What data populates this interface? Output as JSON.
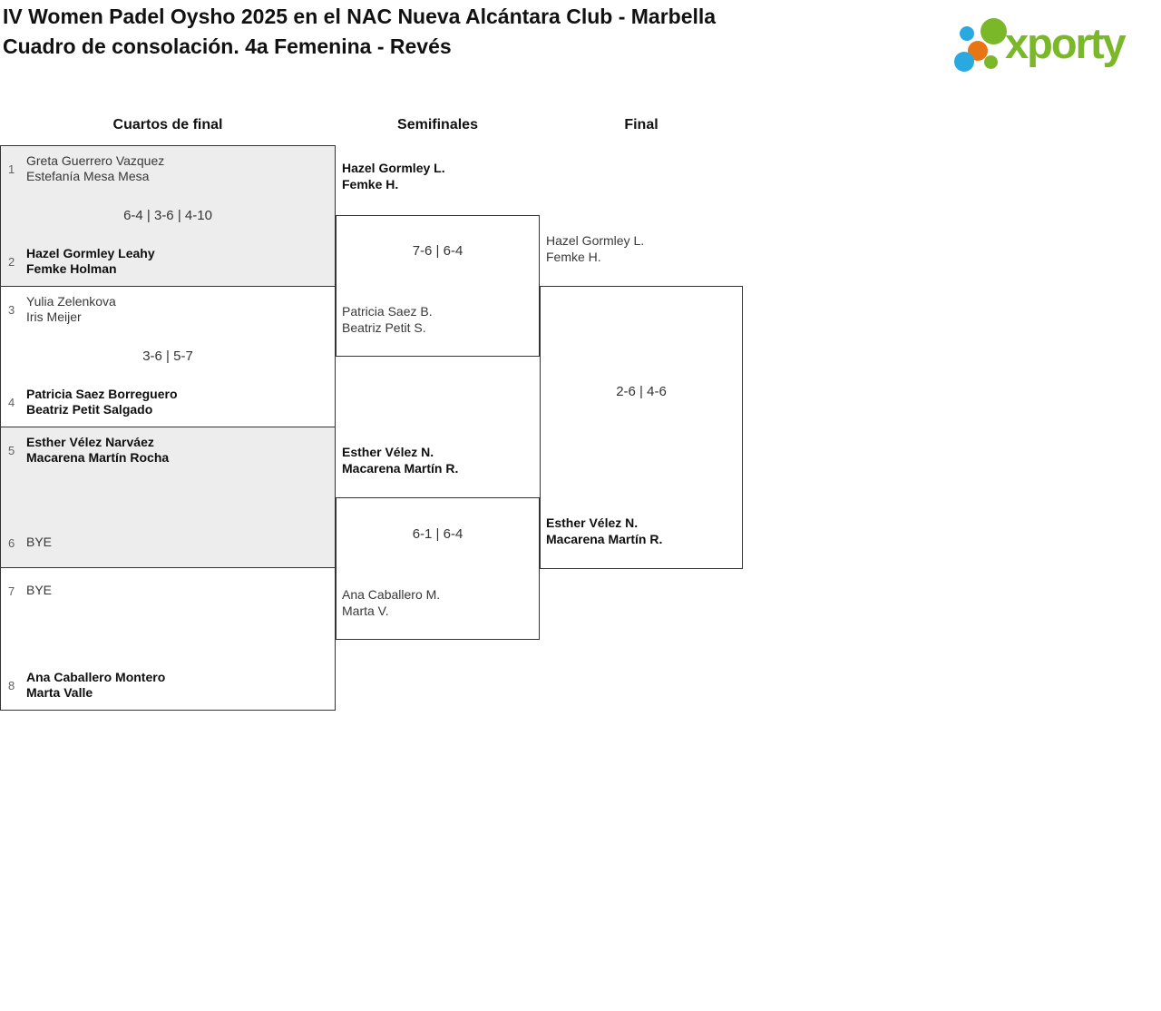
{
  "header": {
    "title": "IV Women Padel Oysho 2025 en el NAC Nueva Alcántara Club - Marbella",
    "subtitle": "Cuadro de consolación. 4a Femenina - Revés"
  },
  "logo": {
    "wordmark": "xporty",
    "colors": {
      "green": "#7ab829",
      "blue": "#29a9e0",
      "orange": "#e87513"
    }
  },
  "round_headers": {
    "quarterfinals": "Cuartos de final",
    "semifinals": "Semifinales",
    "final": "Final"
  },
  "bracket": {
    "quarterfinals": [
      {
        "top": {
          "seed": "1",
          "players": [
            "Greta Guerrero Vazquez",
            "Estefanía Mesa Mesa"
          ],
          "winner": false
        },
        "score": "6-4 | 3-6 | 4-10",
        "bottom": {
          "seed": "2",
          "players": [
            "Hazel Gormley Leahy",
            "Femke Holman"
          ],
          "winner": true
        }
      },
      {
        "top": {
          "seed": "3",
          "players": [
            "Yulia Zelenkova",
            "Iris Meijer"
          ],
          "winner": false
        },
        "score": "3-6 | 5-7",
        "bottom": {
          "seed": "4",
          "players": [
            "Patricia Saez Borreguero",
            "Beatriz Petit Salgado"
          ],
          "winner": true
        }
      },
      {
        "top": {
          "seed": "5",
          "players": [
            "Esther Vélez Narváez",
            "Macarena Martín Rocha"
          ],
          "winner": true
        },
        "score": "",
        "bottom": {
          "seed": "6",
          "players": [
            "BYE"
          ],
          "winner": false
        }
      },
      {
        "top": {
          "seed": "7",
          "players": [
            "BYE"
          ],
          "winner": false
        },
        "score": "",
        "bottom": {
          "seed": "8",
          "players": [
            "Ana Caballero Montero",
            "Marta Valle"
          ],
          "winner": true
        }
      }
    ],
    "semifinals": [
      {
        "top": {
          "players": [
            "Hazel Gormley L.",
            "Femke H."
          ],
          "winner": true
        },
        "score": "7-6 | 6-4",
        "bottom": {
          "players": [
            "Patricia Saez B.",
            "Beatriz Petit S."
          ],
          "winner": false
        }
      },
      {
        "top": {
          "players": [
            "Esther Vélez N.",
            "Macarena Martín R."
          ],
          "winner": true
        },
        "score": "6-1 | 6-4",
        "bottom": {
          "players": [
            "Ana Caballero M.",
            "Marta V."
          ],
          "winner": false
        }
      }
    ],
    "final": {
      "top": {
        "players": [
          "Hazel Gormley L.",
          "Femke H."
        ],
        "winner": false
      },
      "score": "2-6 | 4-6",
      "bottom": {
        "players": [
          "Esther Vélez N.",
          "Macarena Martín R."
        ],
        "winner": true
      }
    }
  }
}
